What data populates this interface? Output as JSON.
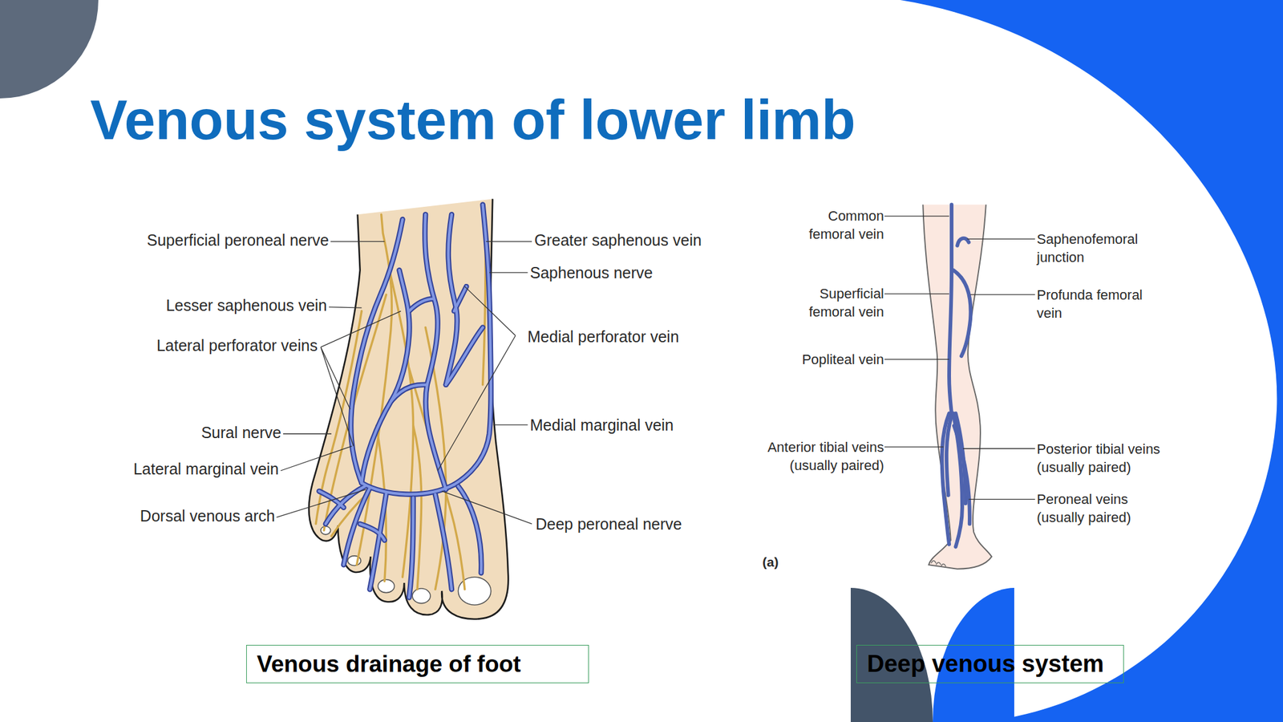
{
  "diagram": {
    "title": "Venous system of lower limb",
    "nodes": [
      {
        "text": [
          "Venous drainage of foot"
        ]
      },
      {
        "text": [
          "Deep venous system"
        ]
      }
    ],
    "labels": [
      "Superficial peroneal nerve",
      "Lesser saphenous vein",
      "Lateral perforator veins",
      "Sural nerve",
      "Lateral marginal vein",
      "Dorsal venous arch",
      "Greater saphenous vein",
      "Saphenous nerve",
      "Medial perforator vein",
      "Medial marginal vein",
      "Deep peroneal nerve",
      "Common femoral vein",
      "Superficial femoral vein",
      "Popliteal vein",
      "Anterior tibial veins (usually paired)",
      "Saphenofemoral junction",
      "Profunda femoral vein",
      "Posterior tibial veins (usually paired)",
      "Peroneal veins (usually paired)",
      "(a)"
    ]
  }
}
